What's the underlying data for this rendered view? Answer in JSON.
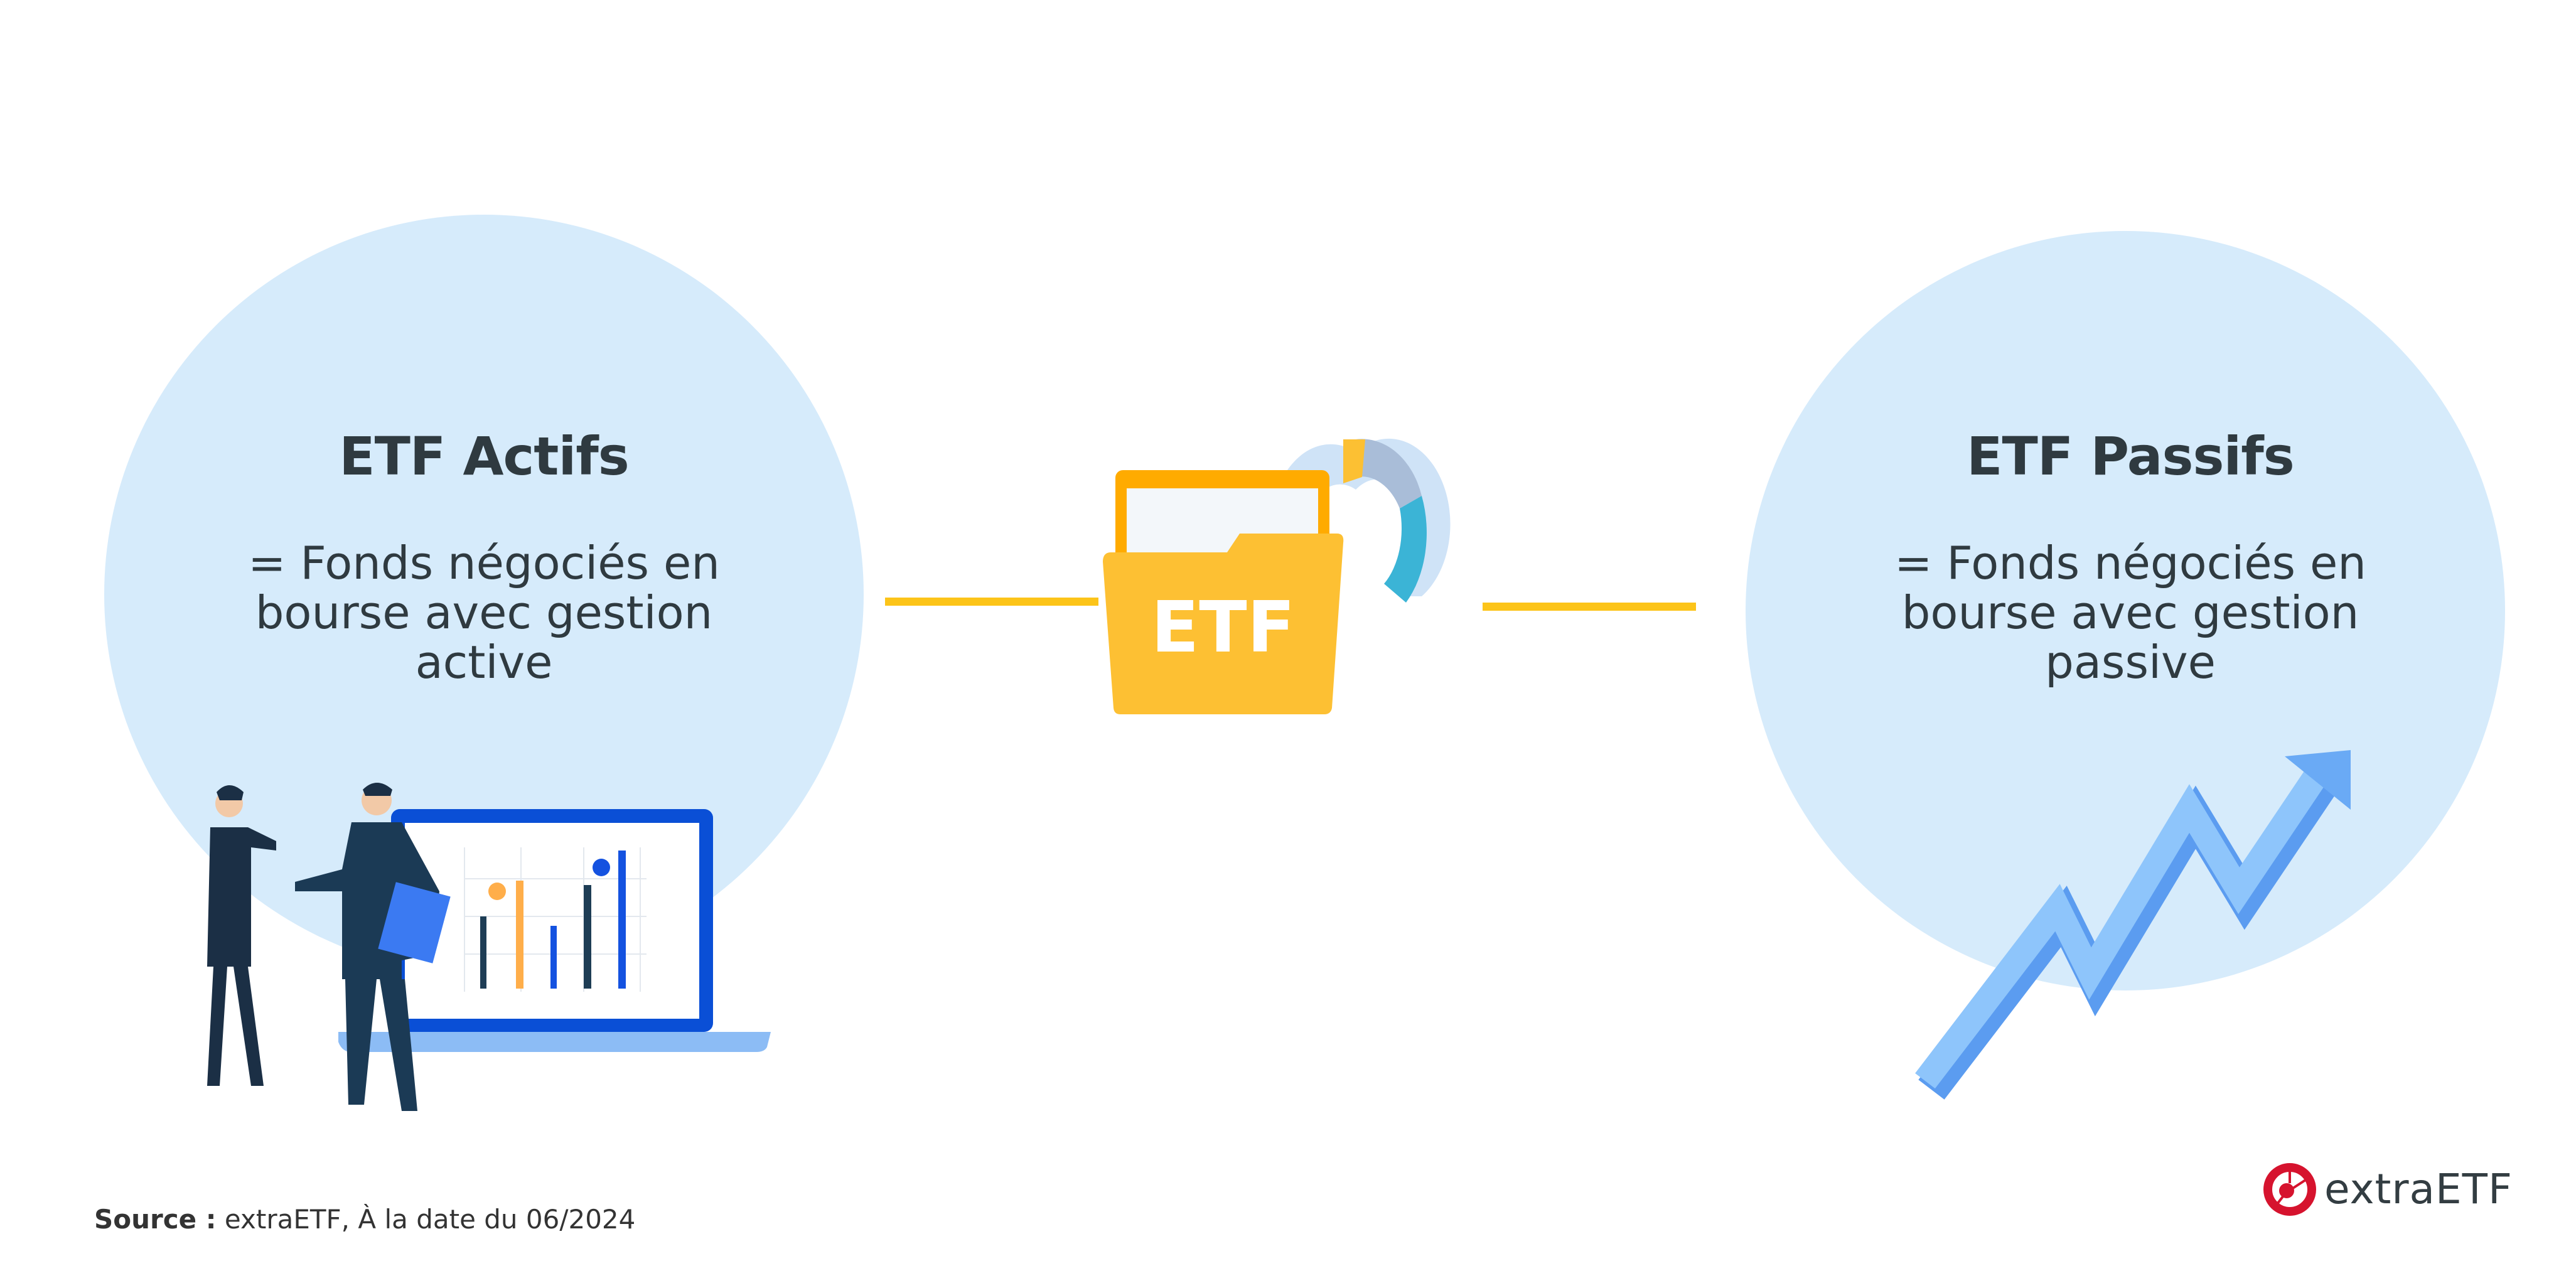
{
  "left": {
    "title": "ETF Actifs",
    "desc_lines": [
      "= Fonds négociés en",
      "bourse avec gestion",
      "active"
    ]
  },
  "center": {
    "folder_label": "ETF"
  },
  "right": {
    "title": "ETF Passifs",
    "desc_lines": [
      "= Fonds négociés en",
      "bourse avec gestion",
      "passive"
    ]
  },
  "footer": {
    "source_label": "Source :",
    "source_text": "extraETF, À la date du 06/2024"
  },
  "logo": {
    "text": "extraETF"
  },
  "colors": {
    "circle": "#d6ebfb",
    "accent": "#fcc419",
    "folder": "#fdc033",
    "logo_red": "#d6132e",
    "text": "#2f3a40"
  }
}
